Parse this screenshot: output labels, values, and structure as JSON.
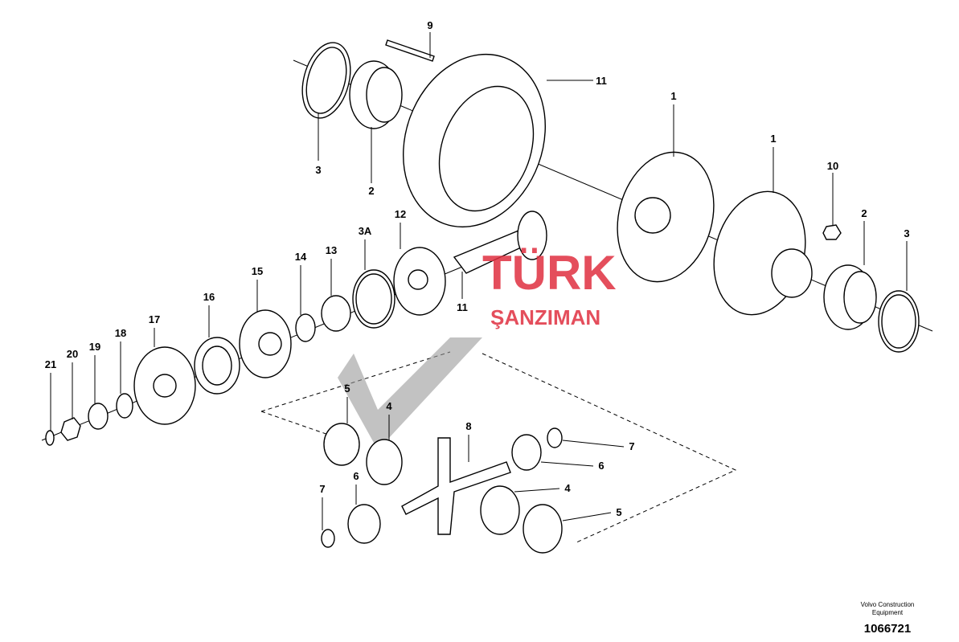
{
  "callouts": [
    "9",
    "11",
    "3",
    "2",
    "1",
    "1",
    "10",
    "2",
    "3",
    "12",
    "3A",
    "14",
    "13",
    "15",
    "11",
    "16",
    "17",
    "18",
    "19",
    "20",
    "21",
    "5",
    "4",
    "8",
    "7",
    "6",
    "4",
    "5",
    "7",
    "6"
  ],
  "footer": {
    "maker": "Volvo Construction Equipment",
    "drawing_number": "1066721"
  },
  "watermark": {
    "line1": "TÜRK",
    "line2": "ŞANZIMAN",
    "color": "#e03040"
  }
}
